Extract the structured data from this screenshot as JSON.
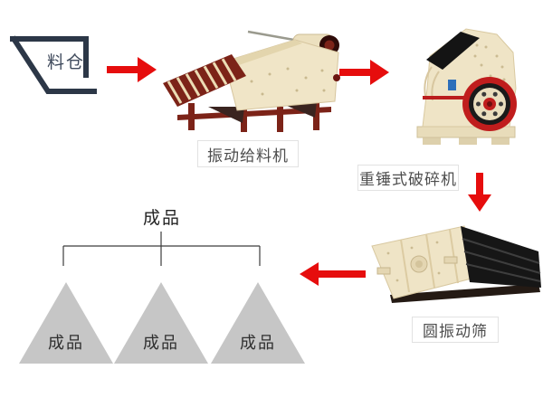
{
  "colors": {
    "arrow_red": "#e60d0d",
    "hopper_outline": "#2c3747",
    "triangle_gray": "#c6c6c6",
    "machine_cream": "#efe4c6",
    "machine_maroon": "#7c2318",
    "label_text": "#4d4d4d",
    "tree_line": "#3c3c3c"
  },
  "nodes": {
    "hopper": {
      "label": "料仓"
    },
    "feeder": {
      "label": "振动给料机"
    },
    "crusher": {
      "label": "重锤式破碎机"
    },
    "screen": {
      "label": "圆振动筛"
    },
    "products": {
      "group_label": "成品",
      "items": [
        {
          "label": "成品"
        },
        {
          "label": "成品"
        },
        {
          "label": "成品"
        }
      ]
    }
  }
}
